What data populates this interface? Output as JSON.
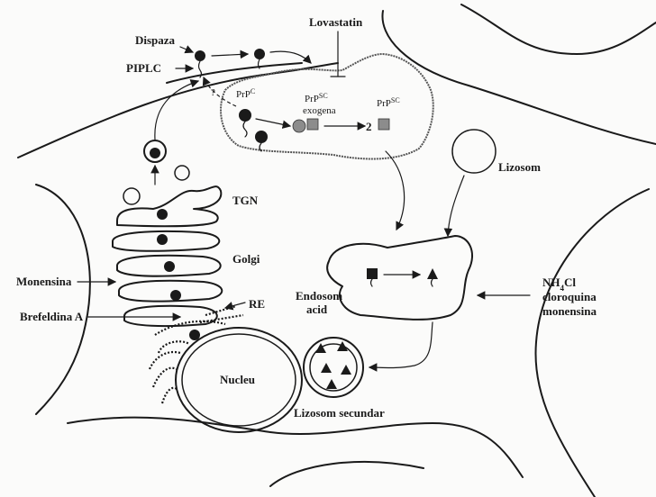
{
  "labels": {
    "dispaza": "Dispaza",
    "piplc": "PIPLC",
    "lovastatin": "Lovastatin",
    "question": "?",
    "prpc_base": "PrP",
    "prpc_sup": "C",
    "prpsc_base": "PrP",
    "prpsc_sup": "SC",
    "exogena": "exogena",
    "num2": "2",
    "prpsc2_base": "PrP",
    "prpsc2_sup": "SC",
    "lizosom": "Lizosom",
    "tgn": "TGN",
    "golgi": "Golgi",
    "monensina": "Monensina",
    "re": "RE",
    "brefeldina": "Brefeldina A",
    "nucleu": "Nucleu",
    "endosom": "Endosom",
    "acid": "acid",
    "nh4cl_a": "NH",
    "nh4cl_sub": "4",
    "nh4cl_b": "Cl",
    "cloroquina": "cloroquina",
    "monensina2": "monensina",
    "lizosom_secundar": "Lizosom secundar"
  }
}
